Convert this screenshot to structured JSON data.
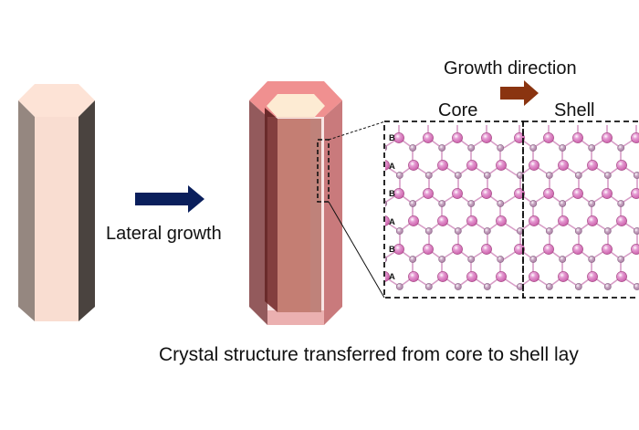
{
  "diagram": {
    "left_prism": {
      "name": "core nanowire",
      "colors": {
        "top": "#fde3d6",
        "front": "#f9ddd1",
        "left": "#958780",
        "right": "#4a433f"
      }
    },
    "middle_prism": {
      "name": "core-shell nanowire",
      "colors": {
        "shell_top": "#f09090",
        "core_top": "#fdebd3",
        "core_front": "#bd7c6e",
        "shell_left": "#935a5c",
        "shell_right": "#c97a7c",
        "core_dark": "#6a2a2a"
      }
    },
    "arrows": {
      "lateral": {
        "label": "Lateral growth",
        "color": "#0a1f5c"
      },
      "growth_direction": {
        "label": "Growth direction",
        "color": "#8a3410"
      }
    },
    "structure_panel": {
      "core_label": "Core",
      "shell_label": "Shell",
      "layer_labels": [
        "B",
        "A",
        "B",
        "A",
        "B",
        "A"
      ],
      "atom_color_large": "#c85aa6",
      "atom_color_small": "#a77ba0",
      "bond_color": "#d79cc6"
    },
    "caption": "Crystal structure transferred from core to shell lay"
  }
}
